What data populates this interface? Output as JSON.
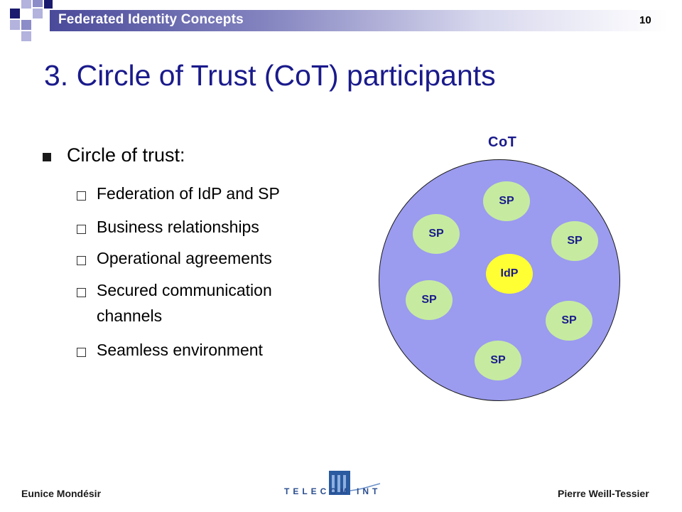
{
  "header": {
    "title": "Federated Identity Concepts",
    "page_number": "10"
  },
  "slide": {
    "title": "3. Circle of Trust (CoT) participants",
    "bullet": "Circle of trust:",
    "sub_bullets": [
      "Federation of IdP and SP",
      "Business relationships",
      "Operational agreements",
      "Secured communication",
      "channels",
      "Seamless environment"
    ]
  },
  "diagram": {
    "label": "CoT",
    "nodes": [
      "SP",
      "SP",
      "SP",
      "IdP",
      "SP",
      "SP",
      "SP"
    ]
  },
  "footer": {
    "left": "Eunice Mondésir",
    "right": "Pierre Weill-Tessier",
    "logo_text": "TELECOM INT"
  },
  "colors": {
    "title": "#1a1a8c",
    "circle_fill": "#9b9bef",
    "sp_fill": "#c6eba0",
    "idp_fill": "#ffff33"
  }
}
